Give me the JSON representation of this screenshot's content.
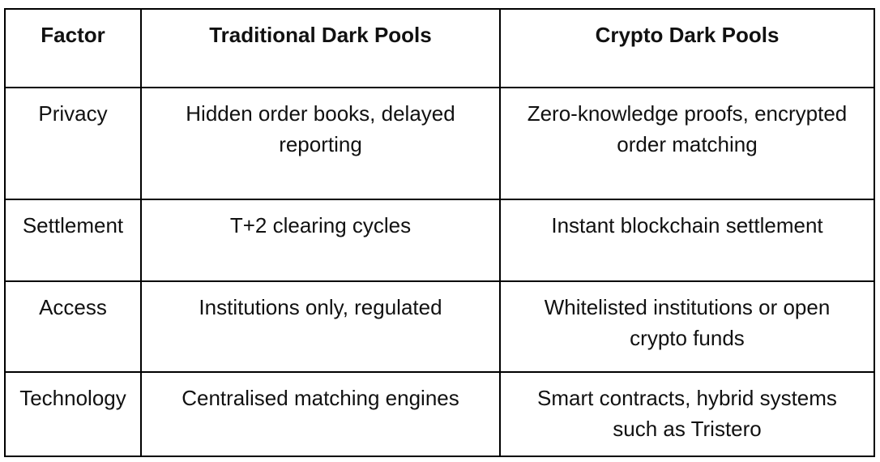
{
  "colors": {
    "background": "#ffffff",
    "border_color": "#000000",
    "text_color": "#111111"
  },
  "table": {
    "header": {
      "factor": "Factor",
      "traditional": "Traditional Dark Pools",
      "crypto": "Crypto Dark Pools"
    },
    "rows": [
      {
        "factor": "Privacy",
        "traditional": "Hidden order books, delayed\nreporting",
        "crypto": "Zero-knowledge proofs, encrypted\norder matching"
      },
      {
        "factor": "Settlement",
        "traditional": "T+2 clearing cycles",
        "crypto": "Instant blockchain settlement"
      },
      {
        "factor": "Access",
        "traditional": "Institutions only, regulated",
        "crypto": "Whitelisted institutions or open\ncrypto funds"
      },
      {
        "factor": "Technology",
        "traditional": "Centralised matching engines",
        "crypto": "Smart contracts, hybrid systems\nsuch as Tristero"
      }
    ]
  }
}
